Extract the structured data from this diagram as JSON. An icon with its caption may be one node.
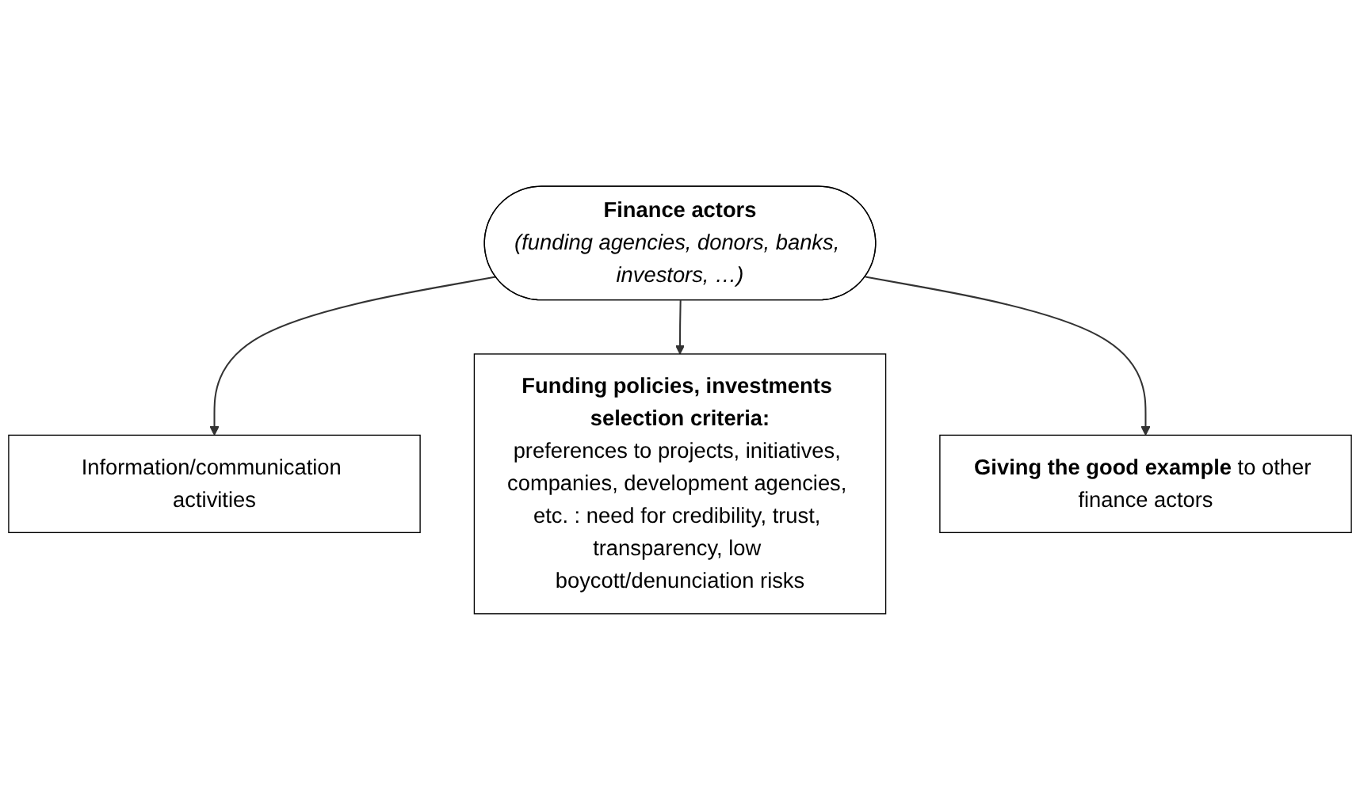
{
  "diagram": {
    "nodes": [
      {
        "text": [
          "Finance actors",
          "(funding agencies, donors, banks, investors, …)"
        ]
      },
      {
        "text": [
          "Information/communication activities"
        ]
      },
      {
        "text": [
          "Funding policies, investments selection criteria:",
          "preferences to projects, initiatives, companies, development agencies, etc. : need for credibility, trust, transparency, low boycott/denunciation risks"
        ]
      },
      {
        "text": [
          "**Giving the good example** to other finance actors"
        ]
      }
    ],
    "edges": [
      {
        "from": 0,
        "to": 1,
        "arrow": "to"
      },
      {
        "from": 0,
        "to": 2,
        "arrow": "to"
      },
      {
        "from": 0,
        "to": 3,
        "arrow": "to"
      }
    ]
  }
}
